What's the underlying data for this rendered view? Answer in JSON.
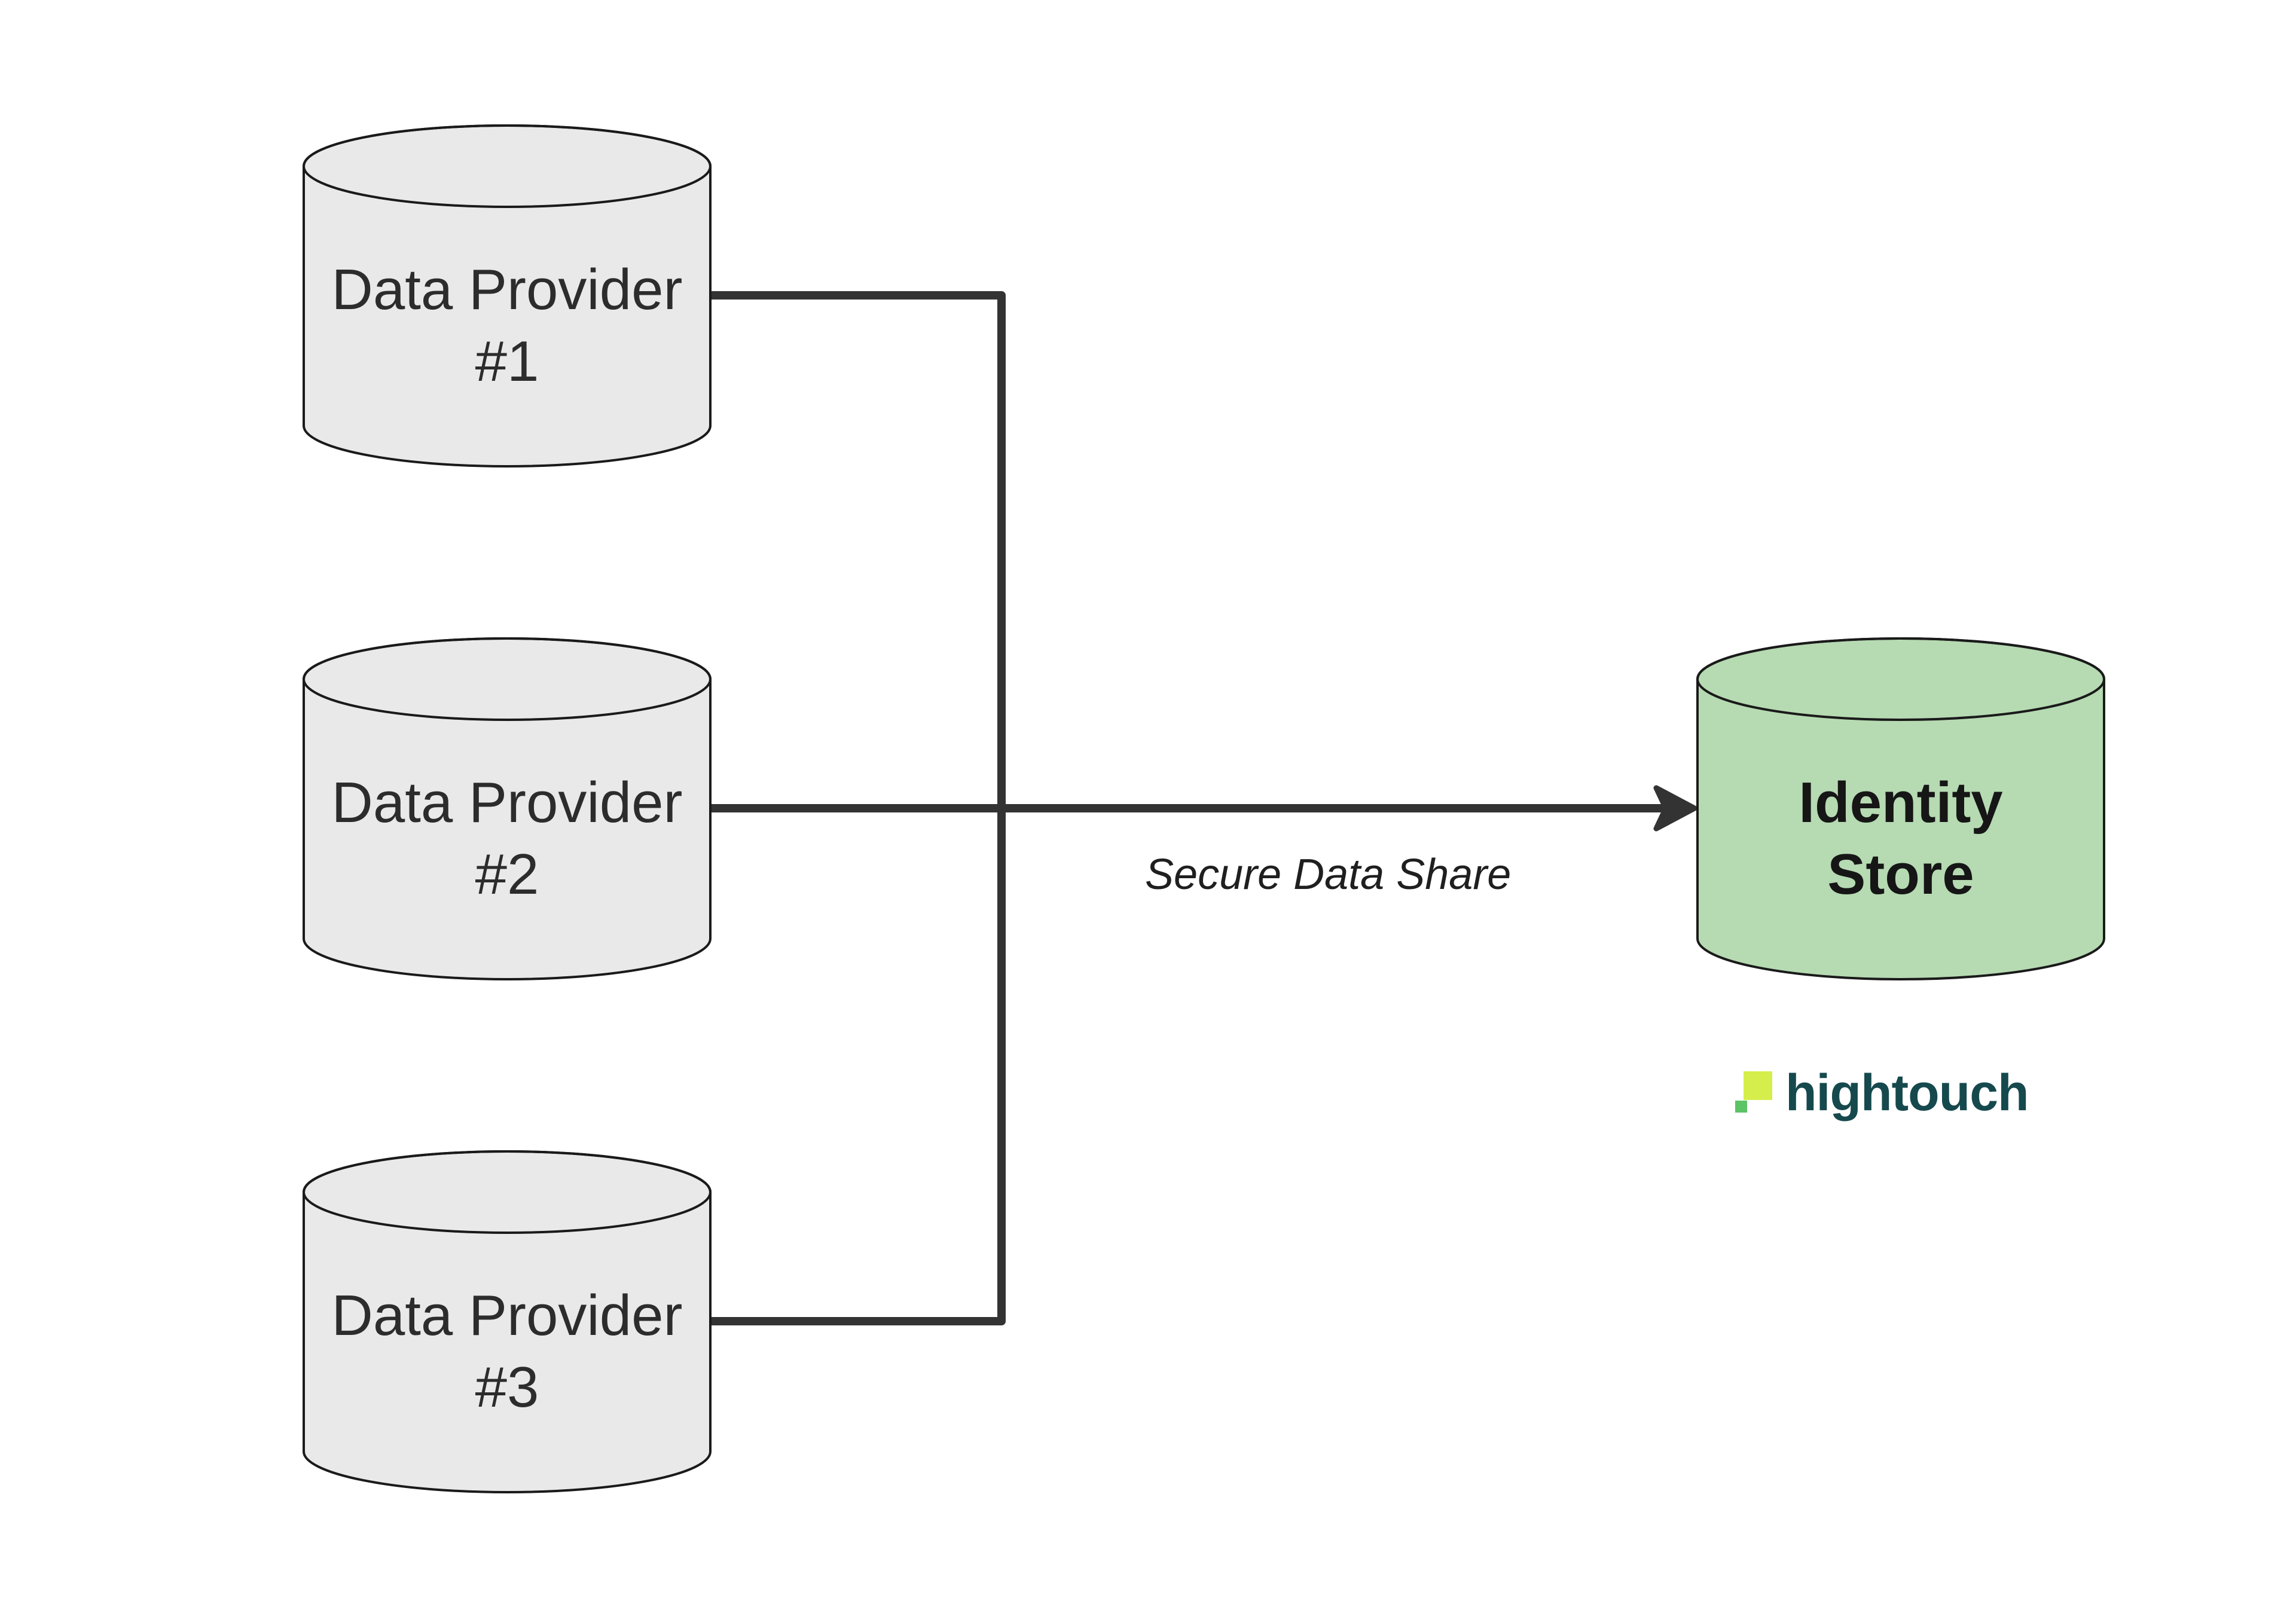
{
  "canvas": {
    "background": "#ffffff"
  },
  "nodes": {
    "providers": [
      {
        "line1": "Data Provider",
        "line2": "#1"
      },
      {
        "line1": "Data Provider",
        "line2": "#2"
      },
      {
        "line1": "Data Provider",
        "line2": "#3"
      }
    ],
    "identity_store": {
      "line1": "Identity",
      "line2": "Store"
    }
  },
  "edge": {
    "label": "Secure Data Share"
  },
  "logo": {
    "wordmark": "hightouch"
  },
  "colors": {
    "provider_fill": "#e9e9e9",
    "provider_stroke": "#1a1a1a",
    "identity_fill": "#b6dab2",
    "identity_stroke": "#1a1a1a",
    "connector": "#333333",
    "logo_mark_large": "#d6ee4b",
    "logo_mark_small": "#5cc367",
    "logo_wordmark": "#15494d"
  }
}
